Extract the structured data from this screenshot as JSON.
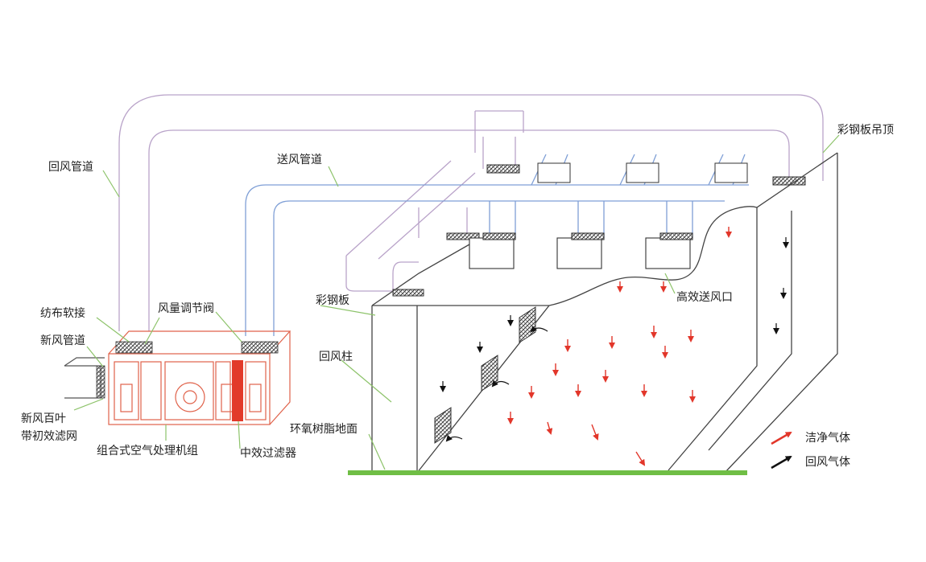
{
  "labels": {
    "return_duct": "回风管道",
    "supply_duct": "送风管道",
    "ceiling": "彩钢板吊顶",
    "fabric_joint": "纺布软接",
    "damper": "风量调节阀",
    "fresh_duct": "新风管道",
    "color_steel_panel": "彩钢板",
    "return_column": "回风柱",
    "hepa_outlet": "高效送风口",
    "fresh_louver_1": "新风百叶",
    "fresh_louver_2": "带初效滤网",
    "ahu": "组合式空气处理机组",
    "medium_filter": "中效过滤器",
    "epoxy_floor": "环氧树脂地面"
  },
  "legend": {
    "clean": "洁净气体",
    "return": "回风气体"
  },
  "colors": {
    "return_duct": "#b9a3c9",
    "supply_duct": "#7f9fd6",
    "ahu": "#e0624a",
    "filter": "#e23a2a",
    "clean_arrow": "#e2362a",
    "return_arrow": "#111111",
    "floor": "#6fbe45",
    "leader": "#8dc36a",
    "room_line": "#444444"
  }
}
